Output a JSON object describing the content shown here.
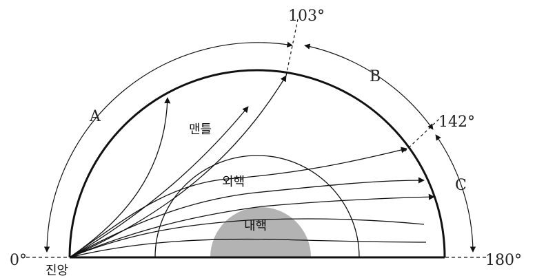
{
  "angles": {
    "zero": "0°",
    "a103": "103°",
    "a142": "142°",
    "a180": "180°"
  },
  "zones": {
    "A": "A",
    "B": "B",
    "C": "C"
  },
  "layers": {
    "mantle": "맨틀",
    "outer_core": "외핵",
    "inner_core": "내핵"
  },
  "epicenter": "진앙",
  "colors": {
    "line": "#111111",
    "inner_core_fill": "#b3b3b3"
  }
}
